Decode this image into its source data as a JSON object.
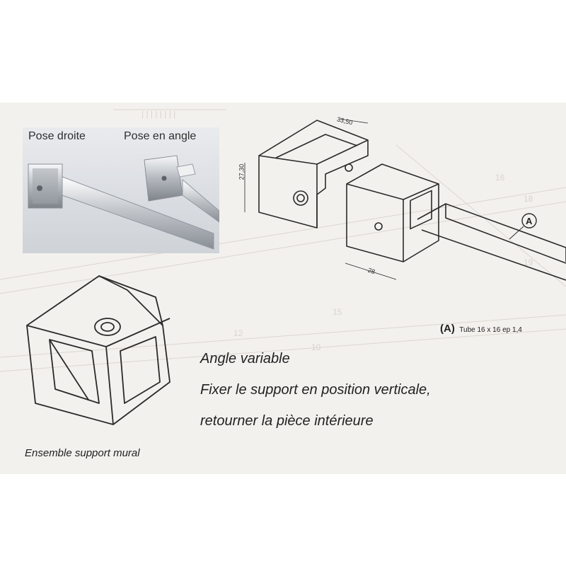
{
  "photo": {
    "label_straight": "Pose droite",
    "label_angle": "Pose en angle"
  },
  "diagram": {
    "dim_width": "33,50",
    "dim_height": "27,30",
    "dim_depth": "28",
    "callout_letter": "A",
    "tube_ref_letter": "(A)",
    "tube_ref_desc": "Tube 16 x 16 ep 1,4"
  },
  "text": {
    "angle_title": "Angle variable",
    "angle_line1": "Fixer le support en position verticale,",
    "angle_line2": "retourner la pièce intérieure"
  },
  "bracket": {
    "caption": "Ensemble support mural"
  },
  "colors": {
    "sheet_background": "#f3f1ee",
    "line_art": "#2a2a2a",
    "chrome": "#c9ccd1"
  }
}
